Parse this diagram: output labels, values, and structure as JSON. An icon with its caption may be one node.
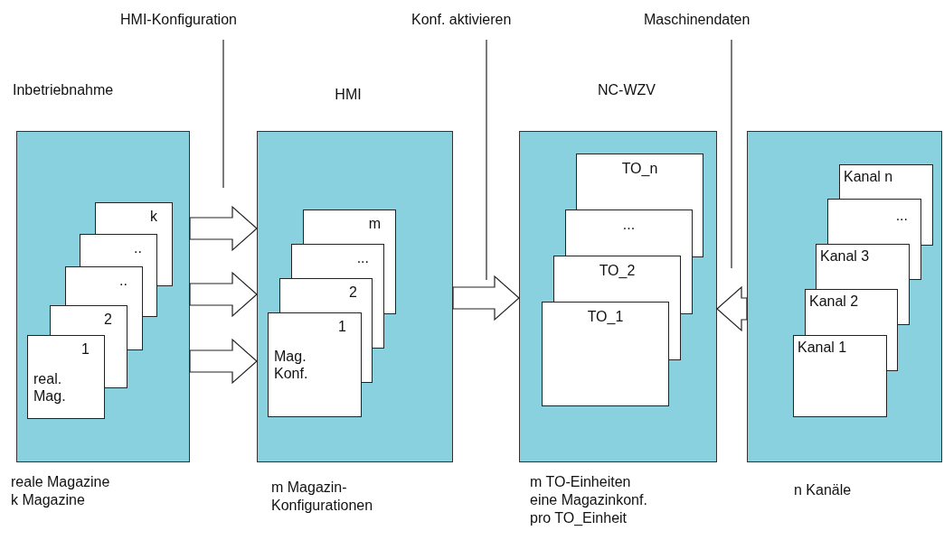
{
  "diagram": {
    "nodes": [
      {
        "text": [
          "HMI-Konfiguration"
        ]
      },
      {
        "text": [
          "Konf. aktivieren"
        ]
      },
      {
        "text": [
          "Maschinendaten"
        ]
      },
      {
        "text": [
          "Inbetriebnahme"
        ],
        "beside": [
          "reale Magazine",
          "k Magazine"
        ]
      },
      {
        "text": [
          "k"
        ],
        "in": 3
      },
      {
        "text": [
          ".."
        ],
        "in": 3
      },
      {
        "text": [
          ".."
        ],
        "in": 3
      },
      {
        "text": [
          "2"
        ],
        "in": 3
      },
      {
        "text": [
          "1",
          "real. Mag."
        ],
        "in": 3
      },
      {
        "text": [
          "HMI"
        ],
        "beside": [
          "m Magazin-",
          "Konfigurationen"
        ]
      },
      {
        "text": [
          "m"
        ],
        "in": 9
      },
      {
        "text": [
          "..."
        ],
        "in": 9
      },
      {
        "text": [
          "2"
        ],
        "in": 9
      },
      {
        "text": [
          "1",
          "Mag. Konf."
        ],
        "in": 9
      },
      {
        "text": [
          "NC-WZV"
        ],
        "beside": [
          "m TO-Einheiten",
          "eine Magazinkonf.",
          "pro TO_Einheit"
        ]
      },
      {
        "text": [
          "TO_n"
        ],
        "in": 14
      },
      {
        "text": [
          "..."
        ],
        "in": 14
      },
      {
        "text": [
          "TO_2"
        ],
        "in": 14
      },
      {
        "text": [
          "TO_1"
        ],
        "in": 14
      },
      {
        "text": [],
        "shape": "box",
        "beside": [
          "n Kanäle"
        ]
      },
      {
        "text": [
          "Kanal n"
        ],
        "in": 19
      },
      {
        "text": [
          "..."
        ],
        "in": 19
      },
      {
        "text": [
          "Kanal 3"
        ],
        "in": 19
      },
      {
        "text": [
          "Kanal 2"
        ],
        "in": 19
      },
      {
        "text": [
          "Kanal 1"
        ],
        "in": 19
      },
      {
        "text": [],
        "shape": "box",
        "in": 3
      },
      {
        "text": [],
        "shape": "box",
        "in": 3
      },
      {
        "text": [],
        "shape": "box",
        "in": 3
      },
      {
        "text": [],
        "shape": "box",
        "in": 3
      },
      {
        "text": [],
        "shape": "box",
        "in": 9
      },
      {
        "text": [],
        "shape": "box",
        "in": 9
      },
      {
        "text": [],
        "shape": "box",
        "in": 9
      },
      {
        "text": [],
        "shape": "box",
        "in": 14
      },
      {
        "text": [],
        "shape": "box",
        "in": 14
      },
      {
        "text": [],
        "shape": "box",
        "in": 14
      },
      {
        "text": [],
        "shape": "box",
        "in": 19
      },
      {
        "text": [],
        "shape": "box",
        "in": 19
      },
      {
        "text": [],
        "shape": "box",
        "in": 19
      },
      {
        "text": [],
        "shape": "box",
        "in": 19
      }
    ],
    "edges": [
      {
        "from": 3,
        "to": 9,
        "arrow": "to"
      },
      {
        "from": 3,
        "to": 9,
        "arrow": "to"
      },
      {
        "from": 3,
        "to": 9,
        "arrow": "to"
      },
      {
        "from": 9,
        "to": 14,
        "arrow": "to"
      },
      {
        "from": 19,
        "to": 14,
        "arrow": "to"
      },
      {
        "from": 0,
        "to": null,
        "arrow": "none"
      },
      {
        "from": 1,
        "to": null,
        "arrow": "none"
      },
      {
        "from": 2,
        "to": null,
        "arrow": "none"
      }
    ]
  }
}
